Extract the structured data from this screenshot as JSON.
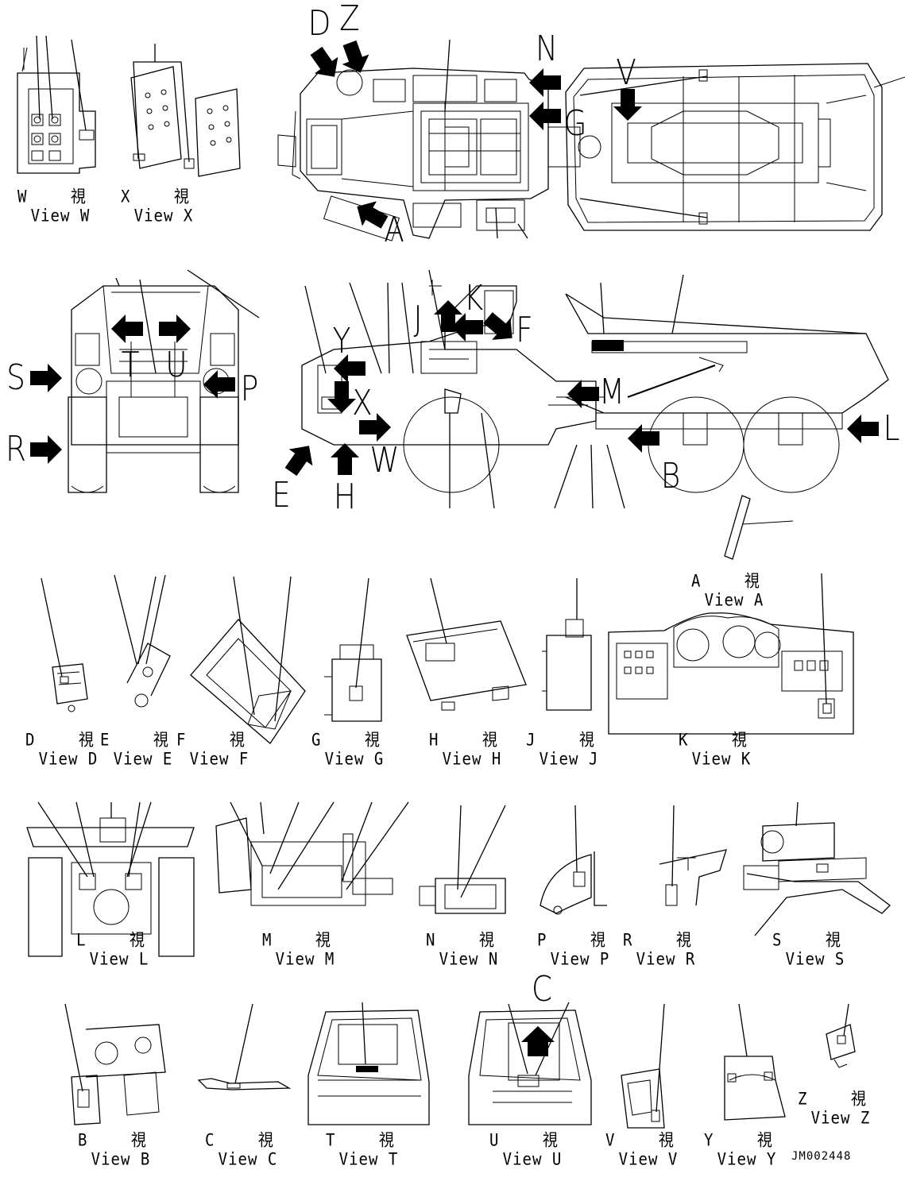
{
  "drawing": {
    "code": "JM002448",
    "views": [
      {
        "id": "W",
        "jp": "W 視",
        "en": "View W"
      },
      {
        "id": "X",
        "jp": "X 視",
        "en": "View X"
      },
      {
        "id": "D",
        "jp": "D 視",
        "en": "View D"
      },
      {
        "id": "E",
        "jp": "E 視",
        "en": "View E"
      },
      {
        "id": "F",
        "jp": "F 視",
        "en": "View F"
      },
      {
        "id": "G",
        "jp": "G 視",
        "en": "View G"
      },
      {
        "id": "H",
        "jp": "H 視",
        "en": "View H"
      },
      {
        "id": "J",
        "jp": "J 視",
        "en": "View J"
      },
      {
        "id": "K",
        "jp": "K 視",
        "en": "View K"
      },
      {
        "id": "A",
        "jp": "A 視",
        "en": "View A"
      },
      {
        "id": "L",
        "jp": "L 視",
        "en": "View L"
      },
      {
        "id": "M",
        "jp": "M 視",
        "en": "View M"
      },
      {
        "id": "N",
        "jp": "N 視",
        "en": "View N"
      },
      {
        "id": "P",
        "jp": "P 視",
        "en": "View P"
      },
      {
        "id": "R",
        "jp": "R 視",
        "en": "View R"
      },
      {
        "id": "S",
        "jp": "S 視",
        "en": "View S"
      },
      {
        "id": "B",
        "jp": "B 視",
        "en": "View B"
      },
      {
        "id": "C",
        "jp": "C 視",
        "en": "View C"
      },
      {
        "id": "T",
        "jp": "T 視",
        "en": "View T"
      },
      {
        "id": "U",
        "jp": "U 視",
        "en": "View U"
      },
      {
        "id": "V",
        "jp": "V 視",
        "en": "View V"
      },
      {
        "id": "Y",
        "jp": "Y 視",
        "en": "View Y"
      },
      {
        "id": "Z",
        "jp": "Z 視",
        "en": "View Z"
      }
    ],
    "callouts": {
      "D": "D",
      "Z": "Z",
      "N": "N",
      "V": "V",
      "G": "G",
      "A": "A",
      "S": "S",
      "R": "R",
      "T": "T",
      "U": "U",
      "P": "P",
      "Y": "Y",
      "J": "J",
      "K": "K",
      "F": "F",
      "X": "X",
      "W": "W",
      "M": "M",
      "L": "L",
      "E": "E",
      "H": "H",
      "B": "B",
      "C": "C"
    }
  }
}
